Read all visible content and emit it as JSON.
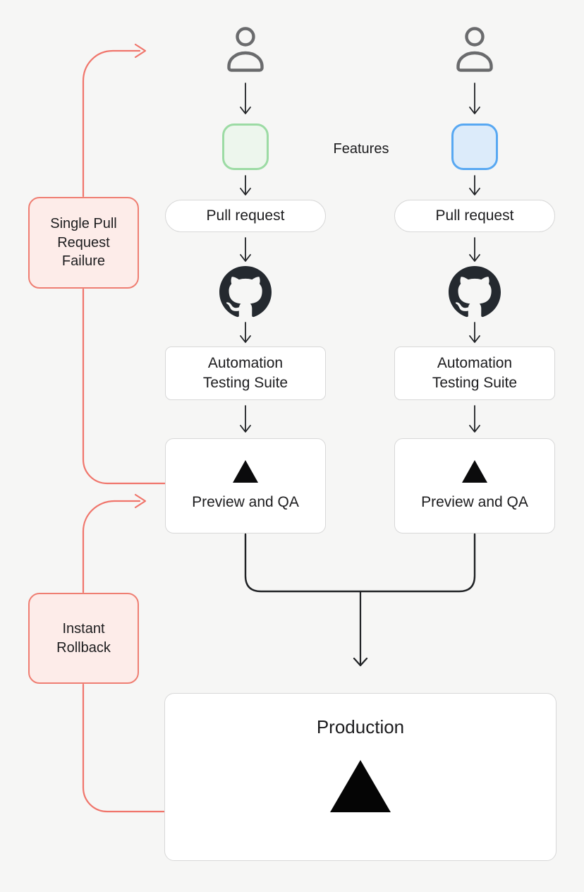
{
  "diagram": {
    "features_label": "Features",
    "annotations": {
      "single_pull_failure": {
        "label": "Single Pull\nRequest\nFailure"
      },
      "instant_rollback": {
        "label": "Instant\nRollback"
      }
    },
    "lanes": [
      {
        "id": "feature-lane-green",
        "swatch_fill": "#edf6ed",
        "swatch_border": "#9cdba4",
        "pull_request_label": "Pull request",
        "automation_label": "Automation\nTesting Suite",
        "preview_label": "Preview and QA"
      },
      {
        "id": "feature-lane-blue",
        "swatch_fill": "#dcebfa",
        "swatch_border": "#58a8f2",
        "pull_request_label": "Pull request",
        "automation_label": "Automation\nTesting Suite",
        "preview_label": "Preview and QA"
      }
    ],
    "production": {
      "label": "Production"
    }
  },
  "icons": {
    "person": "person-icon",
    "github": "github-icon",
    "deploy_triangle": "vercel-triangle-icon"
  },
  "colors": {
    "background": "#f6f6f5",
    "connector_black": "#1f2124",
    "connector_red": "#f0756b",
    "annotation_fill": "#fdece9",
    "annotation_border": "#ef7e72",
    "node_bg": "#ffffff",
    "node_border": "#d8d8d8",
    "github_dark": "#24292f",
    "person_gray": "#6a6b6d",
    "triangle_black": "#0b0b0c",
    "text": "#1c1c1e",
    "green_fill": "#edf6ed",
    "green_border": "#9cdba4",
    "blue_fill": "#dcebfa",
    "blue_border": "#58a8f2"
  }
}
